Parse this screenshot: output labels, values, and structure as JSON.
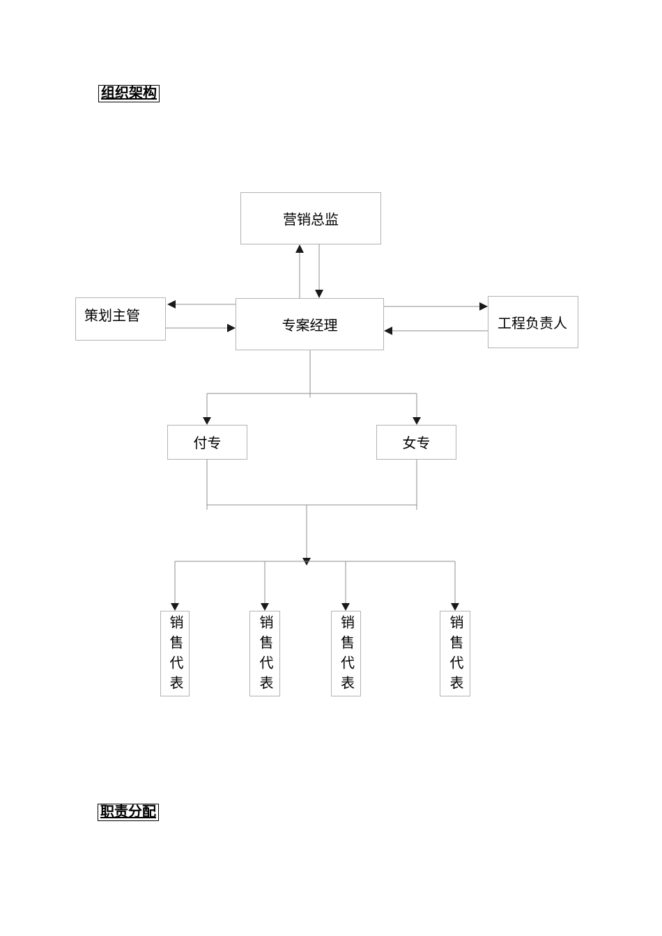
{
  "page": {
    "background": "#ffffff"
  },
  "section_titles": {
    "org_structure": "组织架构",
    "responsibilities": "职责分配"
  },
  "org_chart": {
    "nodes": {
      "marketing_director": "营销总监",
      "project_manager": "专案经理",
      "planning_supervisor": "策划主管",
      "engineering_lead": "工程负责人",
      "specialist_left": "付专",
      "specialist_right": "女专"
    },
    "sales_reps": [
      "销售代表",
      "销售代表",
      "销售代表",
      "销售代表"
    ],
    "colors": {
      "box_border": "#b2b2b2",
      "connector_line": "#8c8c8c",
      "arrowhead": "#1a1a1a",
      "text": "#000000",
      "title_border": "#000000"
    }
  }
}
